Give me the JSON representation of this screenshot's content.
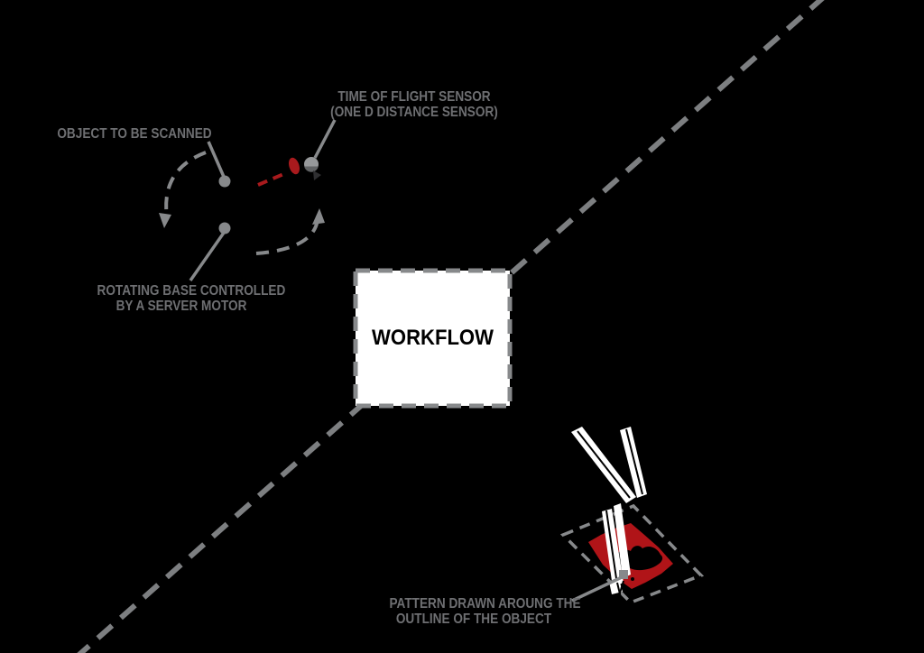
{
  "colors": {
    "background": "#000000",
    "label_gray": "#6e6f72",
    "line_gray": "#87898b",
    "diagonal_gray": "#7d7f81",
    "laser_red": "#a81a1d",
    "pattern_red": "#b01418",
    "box_bg": "#ffffff",
    "box_text": "#000000"
  },
  "workflow_box": {
    "title": "WORKFLOW"
  },
  "labels": {
    "tof": {
      "line1": "TIME OF FLIGHT SENSOR",
      "line2": "(ONE D DISTANCE SENSOR)"
    },
    "object": {
      "line1": "OBJECT TO BE SCANNED"
    },
    "base": {
      "line1": "ROTATING BASE CONTROLLED",
      "line2": "BY A SERVER MOTOR"
    },
    "pattern": {
      "line1": "PATTERN DRAWN AROUNG THE",
      "line2": "OUTLINE OF THE OBJECT"
    }
  }
}
